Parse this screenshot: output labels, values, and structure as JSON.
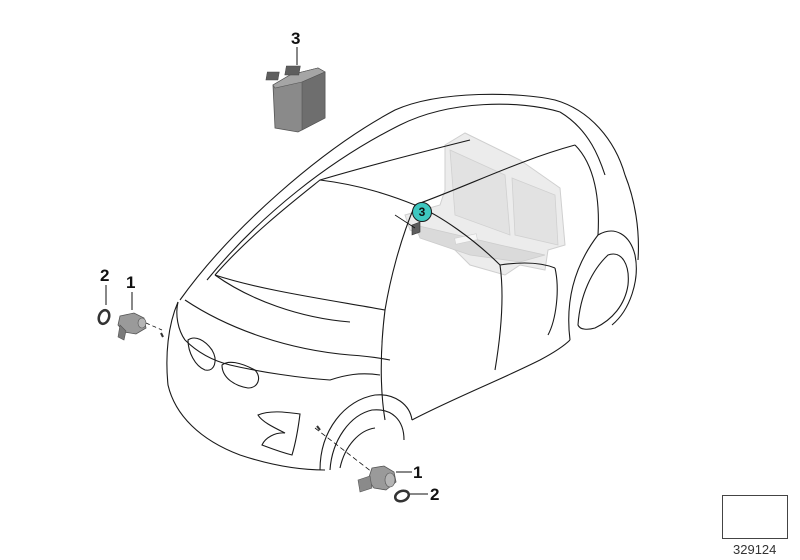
{
  "diagram": {
    "reference_number": "329124",
    "callouts": [
      {
        "id": "control-unit",
        "label": "3"
      },
      {
        "id": "sensor-front-left",
        "label": "1"
      },
      {
        "id": "ring-front-left",
        "label": "2"
      },
      {
        "id": "sensor-front-right",
        "label": "1"
      },
      {
        "id": "ring-front-right",
        "label": "2"
      }
    ],
    "location_badge": {
      "label": "3",
      "color": "#3ec7c0"
    },
    "colors": {
      "outline": "#1a1a1a",
      "part_gray": "#8a8a8a",
      "part_dark": "#5e5e5e",
      "seat_fill": "#ececec",
      "badge": "#3ec7c0"
    },
    "nav_icon": "back-arrow-icon"
  }
}
